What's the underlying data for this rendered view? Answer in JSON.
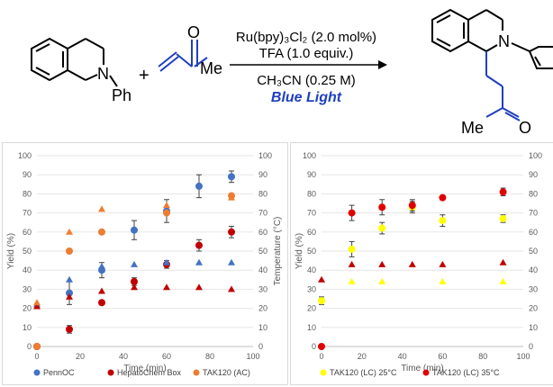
{
  "scheme": {
    "label_ph_1": "Ph",
    "label_n_1": "N",
    "plus": "+",
    "label_o_1": "O",
    "label_me_1": "Me",
    "conditions": [
      "Ru(bpy)₃Cl₂ (2.0 mol%)",
      "TFA (1.0 equiv.)",
      "CH₃CN (0.25 M)"
    ],
    "light": "Blue Light",
    "label_n_2": "N",
    "label_me_2": "Me",
    "label_o_2": "O",
    "colors": {
      "reagent": "#1f3fbf",
      "light": "#1f3fbf",
      "chain": "#1f3fbf",
      "ink": "#000000"
    }
  },
  "chart_data": [
    {
      "type": "scatter",
      "xlabel": "Time (min)",
      "ylabel": "Yield (%)",
      "y2label": "Temperature (°C)",
      "xlim": [
        0,
        100
      ],
      "ylim": [
        0,
        100
      ],
      "y2lim": [
        0,
        100
      ],
      "xticks": [
        0,
        20,
        40,
        60,
        80,
        100
      ],
      "yticks": [
        0,
        10,
        20,
        30,
        40,
        50,
        60,
        70,
        80,
        90,
        100
      ],
      "legend_position": "bottom",
      "series": [
        {
          "name": "PennOC",
          "axis": "y",
          "marker": "circle",
          "color": "#4472c4",
          "x": [
            0,
            15,
            30,
            45,
            60,
            75,
            90
          ],
          "y": [
            0,
            28,
            40,
            61,
            71,
            84,
            89
          ],
          "err": [
            0,
            6,
            4,
            5,
            6,
            6,
            3
          ]
        },
        {
          "name": "HepatoChem Box",
          "axis": "y",
          "marker": "circle",
          "color": "#c00000",
          "x": [
            0,
            15,
            30,
            45,
            60,
            75,
            90
          ],
          "y": [
            0,
            9,
            23,
            34,
            43,
            53,
            60
          ],
          "err": [
            0,
            2,
            1,
            2,
            2,
            3,
            3
          ]
        },
        {
          "name": "TAK120 (AC)",
          "axis": "y",
          "marker": "circle",
          "color": "#ed7d31",
          "x": [
            0,
            15,
            30,
            60,
            90
          ],
          "y": [
            0,
            50,
            60,
            70,
            79
          ],
          "err": [
            0,
            0,
            0,
            0,
            0
          ]
        },
        {
          "name": "PennOC temperature",
          "axis": "y2",
          "marker": "triangle",
          "color": "#4472c4",
          "x": [
            0,
            15,
            30,
            45,
            60,
            75,
            90
          ],
          "y": [
            22,
            35,
            42,
            43,
            44,
            44,
            44
          ],
          "err": [
            0,
            0,
            0,
            0,
            0,
            0,
            0
          ]
        },
        {
          "name": "HepatoChem Box temperature",
          "axis": "y2",
          "marker": "triangle",
          "color": "#c00000",
          "x": [
            0,
            15,
            30,
            45,
            60,
            75,
            90
          ],
          "y": [
            21,
            26,
            29,
            31,
            31,
            31,
            30
          ],
          "err": [
            0,
            0,
            0,
            0,
            0,
            0,
            0
          ]
        },
        {
          "name": "TAK120 (AC) temperature",
          "axis": "y2",
          "marker": "triangle",
          "color": "#ed7d31",
          "x": [
            0,
            15,
            30,
            60,
            90
          ],
          "y": [
            23,
            60,
            72,
            74,
            78
          ],
          "err": [
            0,
            0,
            0,
            0,
            0
          ]
        }
      ],
      "legend": [
        {
          "name": "PennOC",
          "color": "#4472c4"
        },
        {
          "name": "HepatoChem Box",
          "color": "#c00000"
        },
        {
          "name": "TAK120 (AC)",
          "color": "#ed7d31"
        }
      ]
    },
    {
      "type": "scatter",
      "xlabel": "Time (min)",
      "ylabel": "Yield (%)",
      "xlim": [
        0,
        100
      ],
      "ylim": [
        0,
        100
      ],
      "y2lim": [
        0,
        100
      ],
      "xticks": [
        0,
        20,
        40,
        60,
        80,
        100
      ],
      "yticks": [
        0,
        10,
        20,
        30,
        40,
        50,
        60,
        70,
        80,
        90,
        100
      ],
      "legend_position": "bottom",
      "series": [
        {
          "name": "TAK120 (LC) 25°C",
          "axis": "y",
          "marker": "circle",
          "color": "#ffff00",
          "x": [
            0,
            15,
            30,
            45,
            60,
            90
          ],
          "y": [
            24,
            51,
            62,
            73,
            66,
            67
          ],
          "err": [
            2,
            4,
            3,
            3,
            3,
            2
          ]
        },
        {
          "name": "TAK120 (LC) 35°C",
          "axis": "y",
          "marker": "circle",
          "color": "#e00000",
          "x": [
            0,
            15,
            30,
            45,
            60,
            90
          ],
          "y": [
            0,
            70,
            73,
            74,
            78,
            81
          ],
          "err": [
            0,
            4,
            4,
            3,
            0,
            2
          ]
        },
        {
          "name": "TAK120 (LC) 25°C temperature",
          "axis": "y2",
          "marker": "triangle",
          "color": "#ffff00",
          "x": [
            15,
            30,
            60,
            90
          ],
          "y": [
            34,
            34,
            34,
            34
          ],
          "err": [
            0,
            0,
            0,
            0
          ]
        },
        {
          "name": "TAK120 (LC) 35°C temperature",
          "axis": "y2",
          "marker": "triangle",
          "color": "#c00000",
          "x": [
            0,
            15,
            30,
            45,
            60,
            90
          ],
          "y": [
            35,
            43,
            43,
            43,
            43,
            44
          ],
          "err": [
            0,
            0,
            0,
            0,
            0,
            0
          ]
        }
      ],
      "legend": [
        {
          "name": "TAK120 (LC) 25°C",
          "color": "#ffff00"
        },
        {
          "name": "TAK120 (LC) 35°C",
          "color": "#e00000"
        }
      ]
    }
  ]
}
